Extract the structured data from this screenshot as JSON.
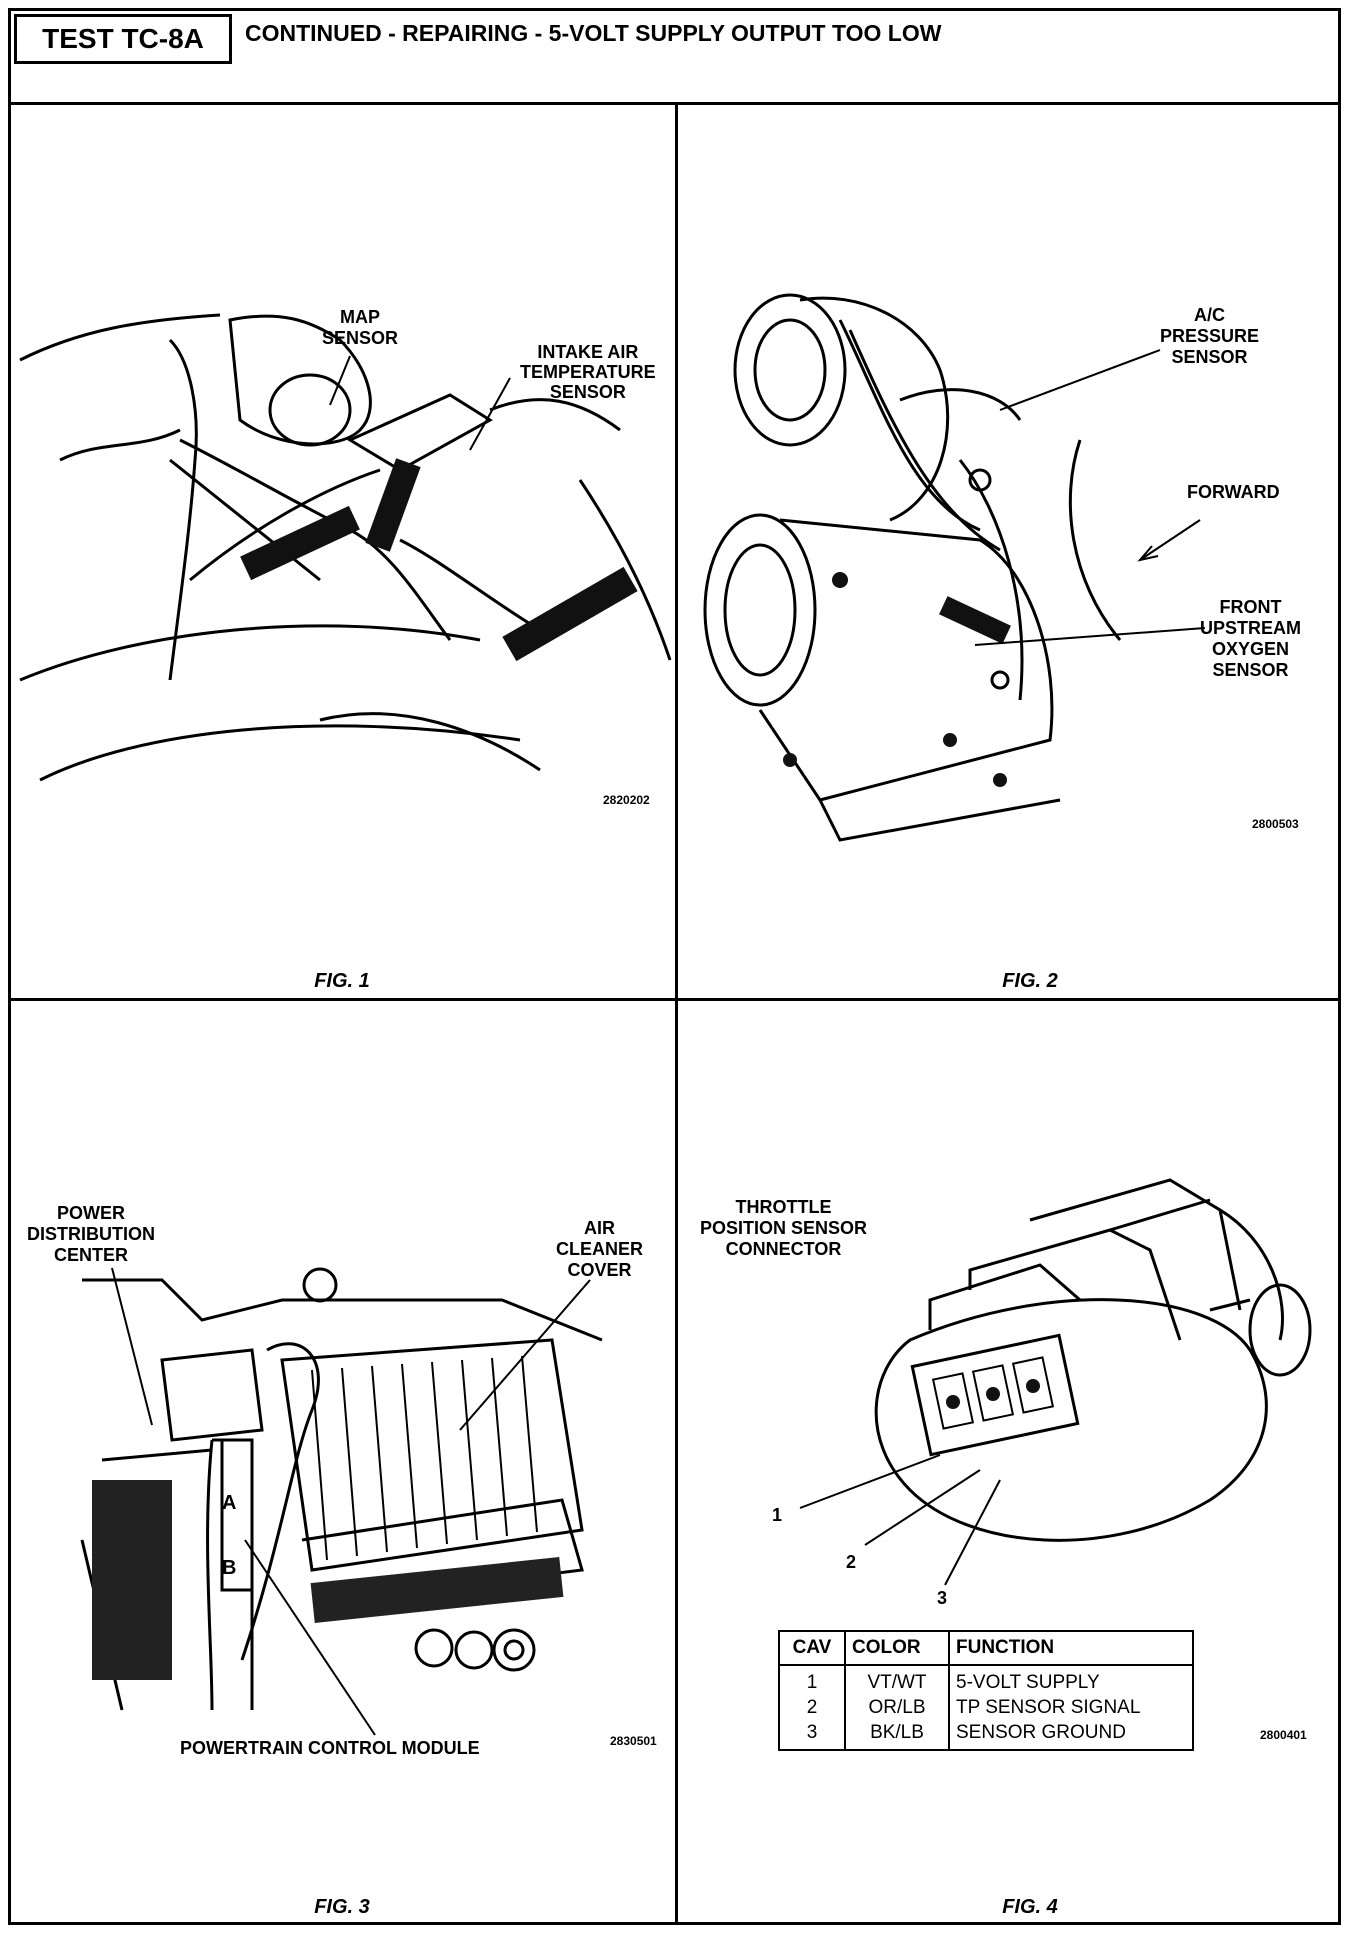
{
  "header": {
    "test_id": "TEST TC-8A",
    "title": "CONTINUED - REPAIRING - 5-VOLT SUPPLY OUTPUT TOO LOW"
  },
  "fig1": {
    "caption": "FIG. 1",
    "part_number": "2820202",
    "labels": {
      "map_sensor": "MAP\nSENSOR",
      "iat_sensor": "INTAKE AIR\nTEMPERATURE\nSENSOR"
    }
  },
  "fig2": {
    "caption": "FIG. 2",
    "part_number": "2800503",
    "labels": {
      "ac_pressure": "A/C\nPRESSURE\nSENSOR",
      "forward": "FORWARD",
      "oxygen": "FRONT\nUPSTREAM\nOXYGEN\nSENSOR"
    }
  },
  "fig3": {
    "caption": "FIG. 3",
    "part_number": "2830501",
    "labels": {
      "pdc": "POWER\nDISTRIBUTION\nCENTER",
      "air_cleaner": "AIR\nCLEANER\nCOVER",
      "pcm": "POWERTRAIN CONTROL MODULE",
      "conn_a": "A",
      "conn_b": "B"
    }
  },
  "fig4": {
    "caption": "FIG. 4",
    "part_number": "2800401",
    "labels": {
      "connector": "THROTTLE\nPOSITION SENSOR\nCONNECTOR"
    },
    "callouts": [
      "1",
      "2",
      "3"
    ],
    "table": {
      "headers": [
        "CAV",
        "COLOR",
        "FUNCTION"
      ],
      "rows": [
        [
          "1",
          "VT/WT",
          "5-VOLT SUPPLY"
        ],
        [
          "2",
          "OR/LB",
          "TP SENSOR SIGNAL"
        ],
        [
          "3",
          "BK/LB",
          "SENSOR GROUND"
        ]
      ]
    }
  }
}
